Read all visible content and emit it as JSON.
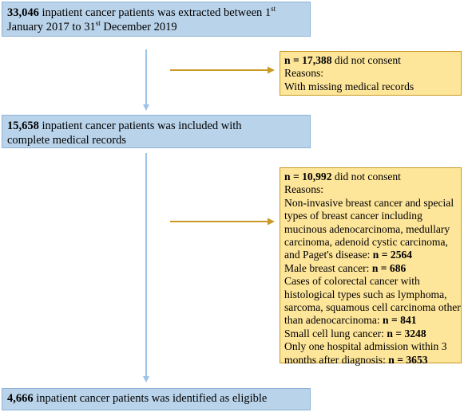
{
  "nodes": {
    "step1": {
      "count": "33,046",
      "text1": " inpatient cancer patients was extracted between 1",
      "sup1": "st",
      "text2": "January 2017 to 31",
      "sup2": "st",
      "text3": " December 2019"
    },
    "excl1": {
      "n": "n = 17,388",
      "text": " did not consent",
      "reasons_label": "Reasons:",
      "reason": "With missing medical records"
    },
    "step2": {
      "count": "15,658",
      "text1": " inpatient cancer patients was included with",
      "text2": "complete medical records"
    },
    "excl2": {
      "n": "n = 10,992",
      "text": " did not consent",
      "reasons_label": "Reasons:",
      "r1_l1": "Non-invasive breast cancer and special",
      "r1_l2": "types of breast cancer including",
      "r1_l3": "mucinous adenocarcinoma, medullary",
      "r1_l4": "carcinoma, adenoid cystic carcinoma,",
      "r1_l5": "and Paget's disease: ",
      "r1_n": "n = 2564",
      "r2": "Male breast cancer: ",
      "r2_n": "n = 686",
      "r3_l1": "Cases of colorectal cancer with",
      "r3_l2": "histological types such as lymphoma,",
      "r3_l3": "sarcoma, squamous cell carcinoma other",
      "r3_l4": "than adenocarcinoma: ",
      "r3_n": "n = 841",
      "r4": "Small cell lung cancer: ",
      "r4_n": "n = 3248",
      "r5_l1": "Only one hospital admission within 3",
      "r5_l2": "months after diagnosis: ",
      "r5_n": "n = 3653"
    },
    "step3": {
      "count": "4,666",
      "text": " inpatient cancer patients was identified as eligible"
    }
  },
  "colors": {
    "main_box": "#b9d3ea",
    "exclusion_box": "#fde59a",
    "down_arrow": "#9cc3e6",
    "side_arrow": "#c99a25"
  }
}
